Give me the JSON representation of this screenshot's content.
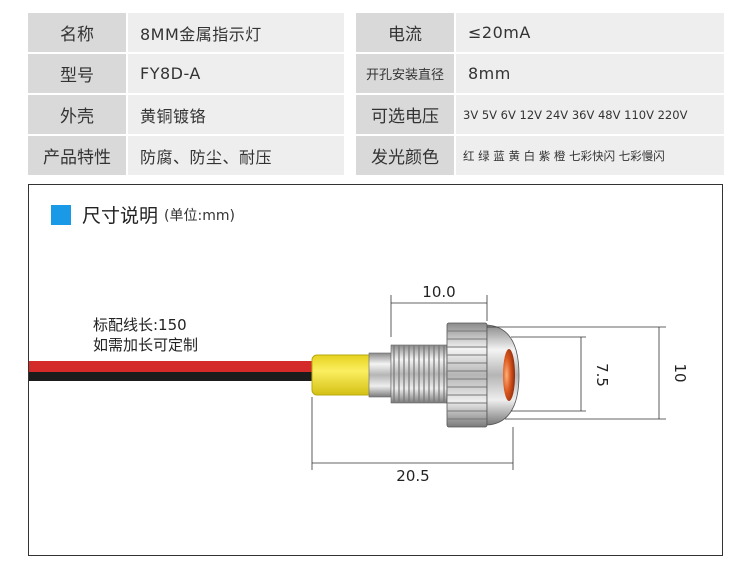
{
  "spec": {
    "rows": [
      {
        "label1": "名称",
        "value1": "8MM金属指示灯",
        "label2": "电流",
        "value2": "≤20mA"
      },
      {
        "label1": "型号",
        "value1": "FY8D-A",
        "label2": "开孔安装直径",
        "value2": "8mm"
      },
      {
        "label1": "外壳",
        "value1": "黄铜镀铬",
        "label2": "可选电压",
        "value2": "3V 5V 6V 12V 24V 36V 48V 110V 220V"
      },
      {
        "label1": "产品特性",
        "value1": "防腐、防尘、耐压",
        "label2": "发光颜色",
        "value2": "红 绿 蓝 黄 白 紫 橙 七彩快闪 七彩慢闪"
      }
    ]
  },
  "dimensions": {
    "title": "尺寸说明",
    "unit_note": "(单位:mm)",
    "wire_note_line1": "标配线长:150",
    "wire_note_line2": "如需加长可定制",
    "head_length": "10.0",
    "lens_diameter": "7.5",
    "bezel_diameter": "10",
    "total_length": "20.5"
  },
  "colors": {
    "title_square": "#1a9ae6",
    "label_bg": "#d9d9d9",
    "value_bg": "#eeeeee",
    "wire_red": "#d42a2a",
    "sleeve_yellow": "#f4e33a"
  }
}
